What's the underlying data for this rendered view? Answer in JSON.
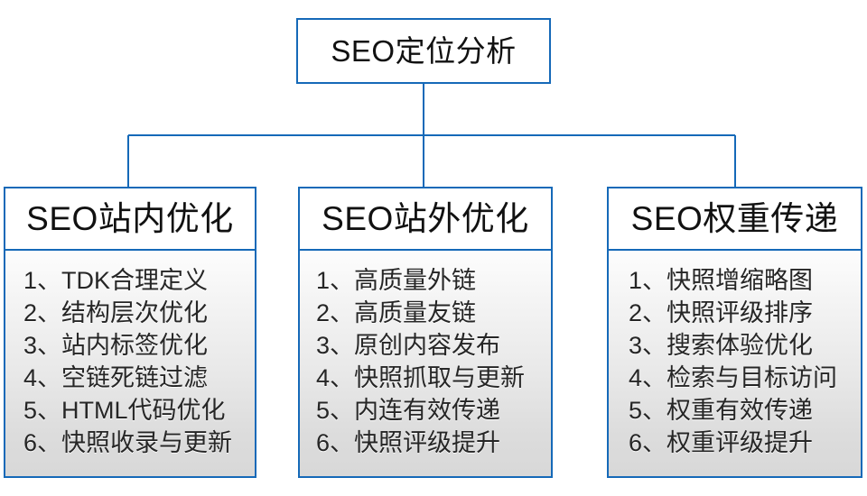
{
  "diagram": {
    "type": "org-tree",
    "root": {
      "title": "SEO定位分析"
    },
    "colors": {
      "border": "#1569b8",
      "connector": "#1569b8",
      "header_fill": "#ffffff",
      "body_fill_top": "#fdfdfd",
      "body_fill_bottom": "#d8d8d8",
      "text": "#111111",
      "list_text": "#262626"
    },
    "columns": [
      {
        "title": "SEO站内优化",
        "items": [
          "1、TDK合理定义",
          "2、结构层次优化",
          "3、站内标签优化",
          "4、空链死链过滤",
          "5、HTML代码优化",
          "6、快照收录与更新"
        ]
      },
      {
        "title": "SEO站外优化",
        "items": [
          "1、高质量外链",
          "2、高质量友链",
          "3、原创内容发布",
          "4、快照抓取与更新",
          "5、内连有效传递",
          "6、快照评级提升"
        ]
      },
      {
        "title": "SEO权重传递",
        "items": [
          "1、快照增缩略图",
          "2、快照评级排序",
          "3、搜索体验优化",
          "4、检索与目标访问",
          "5、权重有效传递",
          "6、权重评级提升"
        ]
      }
    ]
  }
}
